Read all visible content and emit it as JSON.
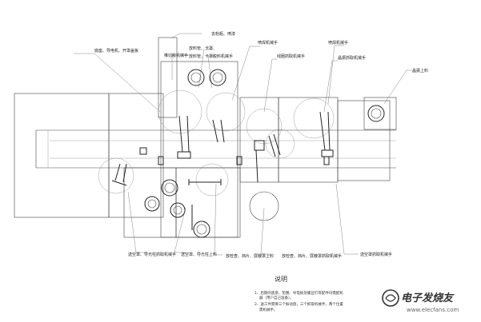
{
  "labels": {
    "belt_label": "底座、导电机、开罩盖板",
    "top_center": "去粉瓶、喷漆",
    "left_station_a": "推切胶机械手",
    "left_station_b": "放料管、卡罩",
    "left_station_b2": "放料管、卡罩脱料机械手",
    "mid_station": "喷焊机械手",
    "mid_station2": "线圈抓取机械手",
    "right_station": "喷焊机械手",
    "right_station2": "晶振抓取机械手",
    "right_far": "晶振上料",
    "bottom_1": "送空罩、导光柱抓取机械手",
    "bottom_2": "送空罩、导光柱上料",
    "bottom_3": "放检查、挡片、屏蔽罩上料",
    "bottom_4": "放检查、挡片、屏蔽罩抓取机械手",
    "bottom_5": "送空罩抓取机械手"
  },
  "notes": {
    "title": "说明",
    "line1": "1、后期的底座、垫圈、导电板及螺丝钉等配件均需配机",
    "line1b": "器（用户自己准备）。",
    "line2": "2、送工件需要三个振动盘，三个抓取机械手，两个位置",
    "line2b": "需机械手。"
  },
  "watermark": {
    "main": "电子发烧友",
    "sub": "www.elecfans.com"
  },
  "colors": {
    "line": "#444444",
    "background": "#ffffff"
  }
}
